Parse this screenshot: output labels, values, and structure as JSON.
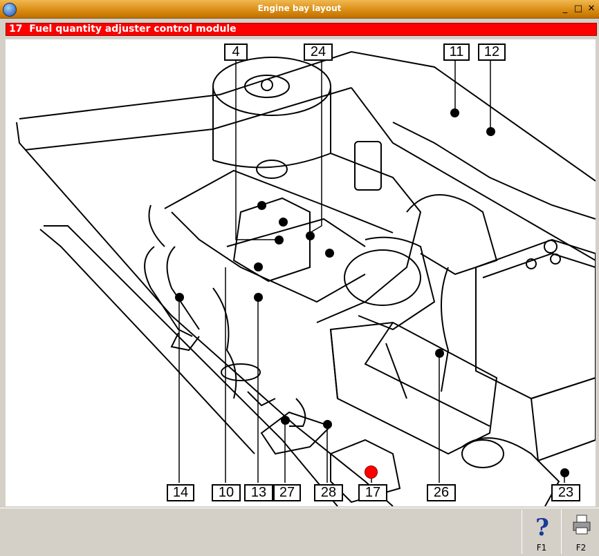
{
  "window": {
    "title": "Engine bay layout"
  },
  "header": {
    "selected": "17  Fuel quantity adjuster control module"
  },
  "labels": [
    "4",
    "24",
    "11",
    "12",
    "14",
    "10",
    "13",
    "27",
    "28",
    "17",
    "26",
    "23"
  ],
  "footer": {
    "f1_label": "F1",
    "f2_label": "F2",
    "help_icon": "help-question-icon",
    "print_icon": "printer-icon"
  },
  "colors": {
    "title_bar": "#d88a10",
    "header_bar": "#ff0000",
    "highlight_dot": "#ff0000"
  }
}
